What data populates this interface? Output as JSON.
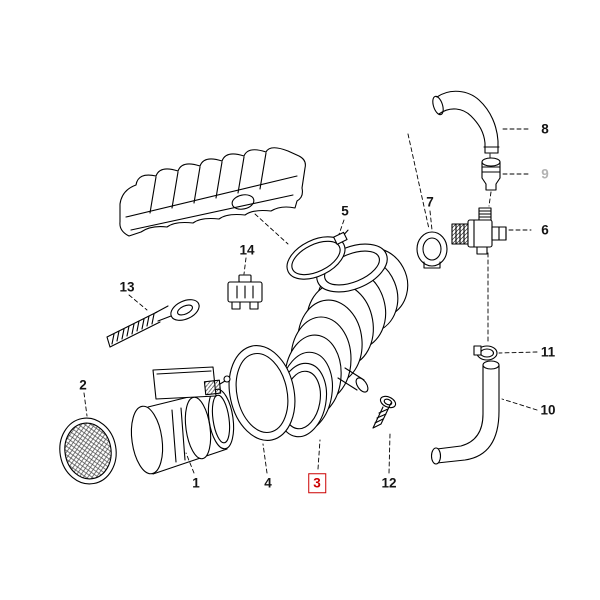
{
  "page": {
    "background_color": "#ffffff",
    "kind": "exploded parts diagram"
  },
  "diagram": {
    "description": "Exploded view line drawing of an engine air-intake assembly (mass air flow sensor, corrugated intake boot, hoses, clamps and fittings) with numbered callouts.",
    "line_color": "#000000",
    "highlight_color": "#cc0000",
    "muted_label_color": "#b3b3b3",
    "highlighted_callout": "3",
    "muted_callout": "9",
    "callouts": [
      {
        "label": "1",
        "part": "mass-air-flow-sensor"
      },
      {
        "label": "2",
        "part": "round-mesh-screen"
      },
      {
        "label": "3",
        "part": "corrugated-intake-boot"
      },
      {
        "label": "4",
        "part": "adapter-ring"
      },
      {
        "label": "5",
        "part": "hose-clamp"
      },
      {
        "label": "6",
        "part": "idle-valve"
      },
      {
        "label": "7",
        "part": "grommet-ring"
      },
      {
        "label": "8",
        "part": "upper-curved-hose"
      },
      {
        "label": "9",
        "part": "connector-piece"
      },
      {
        "label": "10",
        "part": "lower-curved-hose"
      },
      {
        "label": "11",
        "part": "small-clamp"
      },
      {
        "label": "12",
        "part": "screw-in-fitting"
      },
      {
        "label": "13",
        "part": "long-screw"
      },
      {
        "label": "14",
        "part": "sensor-bracket"
      }
    ]
  }
}
